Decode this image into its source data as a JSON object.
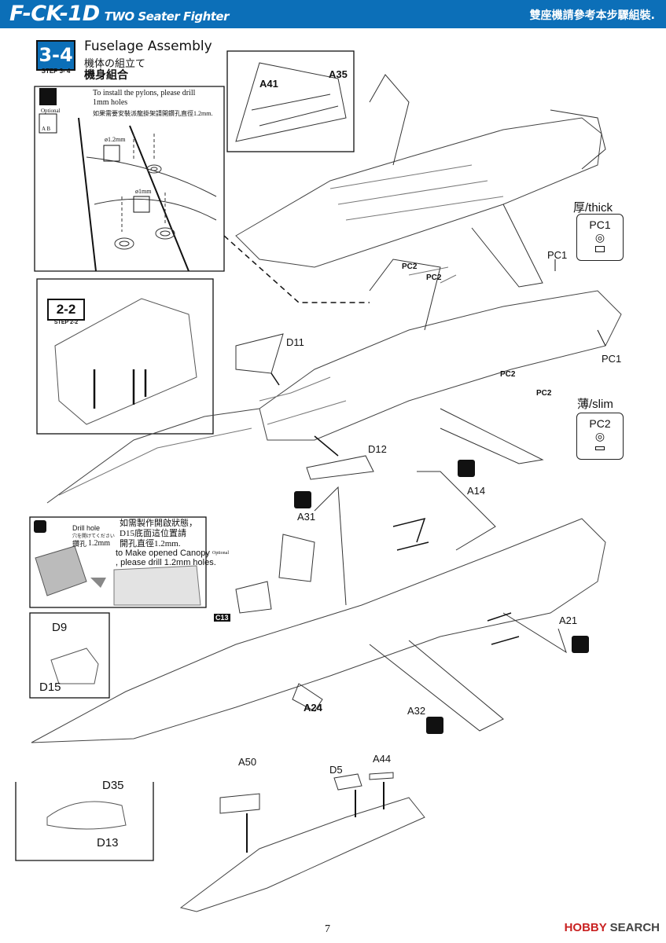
{
  "header": {
    "title_main": "F-CK-1D",
    "title_sub": "TWO Seater Fighter",
    "title_right": "雙座機請參考本步驟組裝."
  },
  "step": {
    "number": "3-4",
    "sub": "STEP 3- 4",
    "title_en": "Fuselage Assembly",
    "title_jp": "機体の組立て",
    "title_zh": "機身組合"
  },
  "pylon_note": {
    "line1": "To install the pylons, please drill",
    "line2": "1mm holes",
    "line3": "如果需要安裝派龍掛架請開鑽孔直徑1.2mm.",
    "dim1": "ø1.2mm",
    "dim2": "ø1mm"
  },
  "icons": {
    "optional_label": "Optional",
    "optional_ab": "A  B"
  },
  "parts": {
    "A41": "A41",
    "A35": "A35",
    "D11": "D11",
    "D12": "D12",
    "PC1a": "PC1",
    "PC1b": "PC1",
    "PC2a": "PC2",
    "PC2b": "PC2",
    "PC2c": "PC2",
    "PC2d": "PC2",
    "A14": "A14",
    "A31": "A31",
    "A21": "A21",
    "A32": "A32",
    "A24": "A24",
    "C13": "C13",
    "D9": "D9",
    "D15": "D15",
    "A50": "A50",
    "D5": "D5",
    "A44": "A44",
    "D35": "D35",
    "D13": "D13"
  },
  "legend": {
    "thick_label": "厚/thick",
    "thick_part": "PC1",
    "slim_label": "薄/slim",
    "slim_part": "PC2"
  },
  "step22": {
    "number": "2-2",
    "sub": "STEP  2-2"
  },
  "canopy_note": {
    "drill_en": "Drill hole",
    "drill_jp": "穴を開けてください",
    "drill_zh": "鑽孔",
    "drill_size": "1.2mm",
    "zh1": "如需製作開啟狀態，",
    "zh2": "D15底面這位置請",
    "zh3": "開孔直徑1.2mm.",
    "en1": "to Make opened Canopy",
    "en2": ", please drill 1.2mm holes.",
    "optional": "Optional"
  },
  "footer": {
    "page_number": "7",
    "watermark_brand": "HOBBY",
    "watermark_rest": "SEARCH"
  }
}
